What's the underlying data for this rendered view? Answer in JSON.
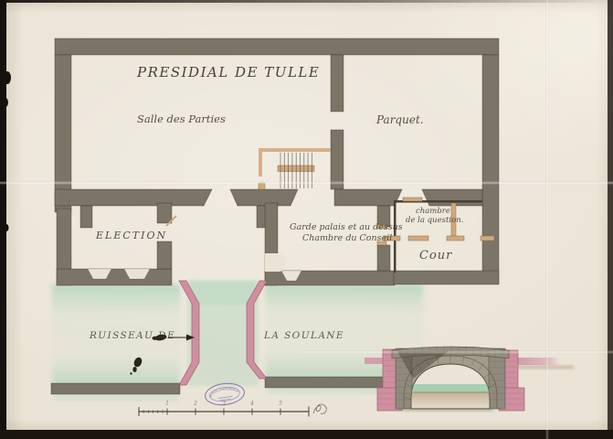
{
  "labels": {
    "title": "PRESIDIAL DE TULLE",
    "salle_des_parties": "Salle des Parties",
    "parquet": "Parquet.",
    "election": "ELECTION",
    "garde_palais_line1": "Garde palais et au dessus",
    "garde_palais_line2": "Chambre du Conseil",
    "chambre_question_line1": "chambre",
    "chambre_question_line2": "de la question.",
    "cour": "Cour",
    "ruisseau_de": "RUISSEAU DE",
    "la_soulane": "LA SOULANE"
  },
  "scale": {
    "ticks": [
      "1",
      "2",
      "3",
      "4",
      "5"
    ]
  },
  "stamp": {
    "arc_text": "ARCHIVES DÉPARTEMENTALES"
  },
  "colors": {
    "paper": "#eae4d6",
    "wall": "#7b7567",
    "wall-dark": "#5e594c",
    "pink": "#cf8fa0",
    "pink-dark": "#a05f72",
    "tan": "#cfa97e",
    "green": "#8fc9a6",
    "ink": "#3b3326",
    "stamp-blue": "#6f66ae",
    "stone": "#8f8a7c",
    "edge": "#17130e"
  }
}
